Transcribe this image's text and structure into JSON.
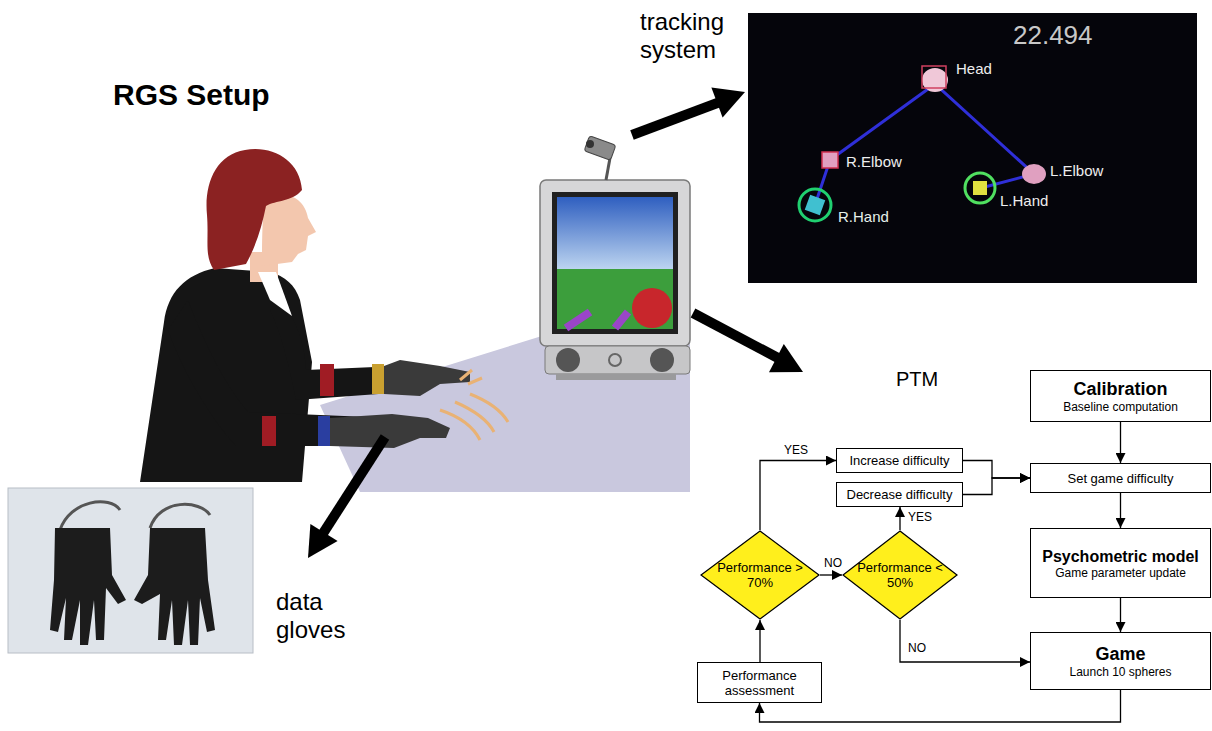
{
  "diagram": {
    "title": "RGS Setup",
    "nodes": [
      {
        "text": [
          "Calibration",
          "Baseline computation"
        ]
      },
      {
        "text": [
          "Increase difficulty"
        ]
      },
      {
        "text": [
          "Decrease difficulty"
        ]
      },
      {
        "text": [
          "Set game difficulty"
        ]
      },
      {
        "text": [
          "Psychometric model",
          "Game parameter update"
        ]
      },
      {
        "text": [
          "Performance > 70%"
        ]
      },
      {
        "text": [
          "Performance < 50%"
        ]
      },
      {
        "text": [
          "Game",
          "Launch 10 spheres"
        ]
      },
      {
        "text": [
          "Performance assessment"
        ]
      }
    ],
    "edges": [
      {
        "from": 0,
        "to": 3,
        "arrow": "to"
      },
      {
        "from": 1,
        "to": 3,
        "arrow": "to"
      },
      {
        "from": 2,
        "to": 3,
        "arrow": "to"
      },
      {
        "from": 3,
        "to": 4,
        "arrow": "to"
      },
      {
        "from": 4,
        "to": 7,
        "arrow": "to"
      },
      {
        "from": 7,
        "to": 8,
        "arrow": "to"
      },
      {
        "from": 8,
        "to": 5,
        "arrow": "to"
      },
      {
        "from": 5,
        "to": 1,
        "label": "YES",
        "arrow": "to"
      },
      {
        "from": 5,
        "to": 6,
        "label": "NO",
        "arrow": "to"
      },
      {
        "from": 6,
        "to": 2,
        "label": "YES",
        "arrow": "to"
      },
      {
        "from": 6,
        "to": 7,
        "label": "NO",
        "arrow": "to"
      }
    ],
    "labels": [
      "tracking system",
      "data gloves",
      "PTM",
      "22.494",
      "Head",
      "R.Elbow",
      "R.Hand",
      "L.Elbow",
      "L.Hand"
    ]
  }
}
